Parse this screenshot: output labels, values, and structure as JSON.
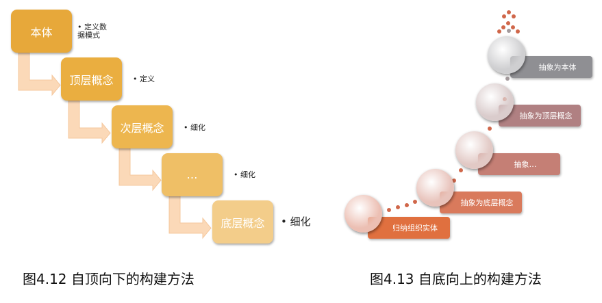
{
  "top_down": {
    "steps": [
      {
        "label": "本体",
        "note": "• 定义数据模式",
        "color": "#e7a83a"
      },
      {
        "label": "顶层概念",
        "note": "• 定义",
        "color": "#eaae40"
      },
      {
        "label": "次层概念",
        "note": "• 细化",
        "color": "#edb64f"
      },
      {
        "label": "…",
        "note": "• 细化",
        "color": "#efbf66"
      },
      {
        "label": "底层概念",
        "note": "• 细化",
        "color": "#f3cd8a"
      }
    ],
    "caption": "图4.12 自顶向下的构建方法"
  },
  "bottom_up": {
    "steps": [
      {
        "label": "归纳组织实体",
        "bar_color": "#e0703f",
        "circle_color": "#ecbfb3"
      },
      {
        "label": "抽象为底层概念",
        "bar_color": "#d97a5c",
        "circle_color": "#e8c3bb"
      },
      {
        "label": "抽象…",
        "bar_color": "#c57f75",
        "circle_color": "#e2c9c5"
      },
      {
        "label": "抽象为顶层概念",
        "bar_color": "#b08082",
        "circle_color": "#dacccc"
      },
      {
        "label": "抽象为本体",
        "bar_color": "#8f8f93",
        "circle_color": "#cfcfd1"
      }
    ],
    "caption": "图4.13 自底向上的构建方法"
  }
}
